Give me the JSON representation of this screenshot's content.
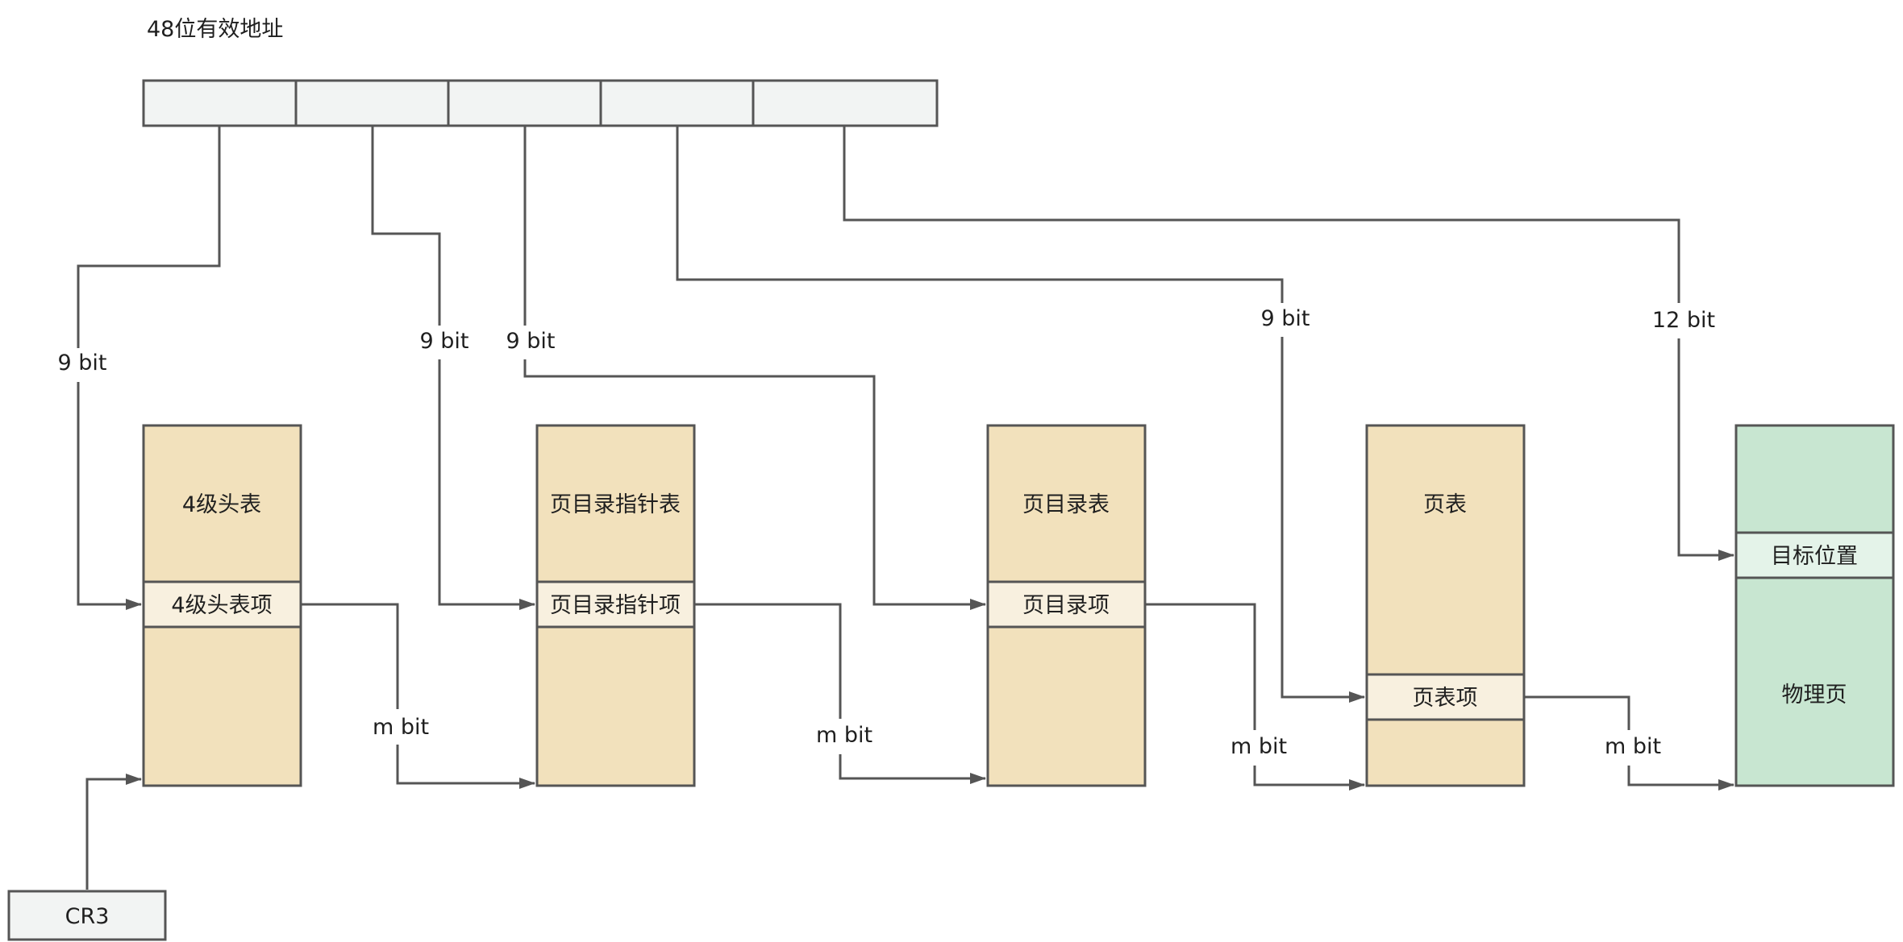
{
  "address": {
    "label": "48位有效地址",
    "segments": 5
  },
  "bit_labels": {
    "pml4_index": "9 bit",
    "pdpt_index": "9 bit",
    "pd_index": "9 bit",
    "pt_index": "9 bit",
    "offset": "12 bit"
  },
  "m_bit_labels": {
    "to_pdpt": "m bit",
    "to_pd": "m bit",
    "to_pt": "m bit",
    "to_page": "m bit"
  },
  "tables": {
    "pml4": {
      "title": "4级头表",
      "entry": "4级头表项"
    },
    "pdpt": {
      "title": "页目录指针表",
      "entry": "页目录指针项"
    },
    "pd": {
      "title": "页目录表",
      "entry": "页目录项"
    },
    "pt": {
      "title": "页表",
      "entry": "页表项"
    },
    "page": {
      "entry": "目标位置",
      "title": "物理页"
    }
  },
  "cr3": {
    "label": "CR3"
  },
  "colors": {
    "stroke": "#555555",
    "address_fill": "#f2f4f3",
    "table_fill": "#f2e1bc",
    "entry_fill": "#f8f0df",
    "page_fill": "#c8e6d1",
    "page_entry_fill": "#e4f3e9"
  }
}
